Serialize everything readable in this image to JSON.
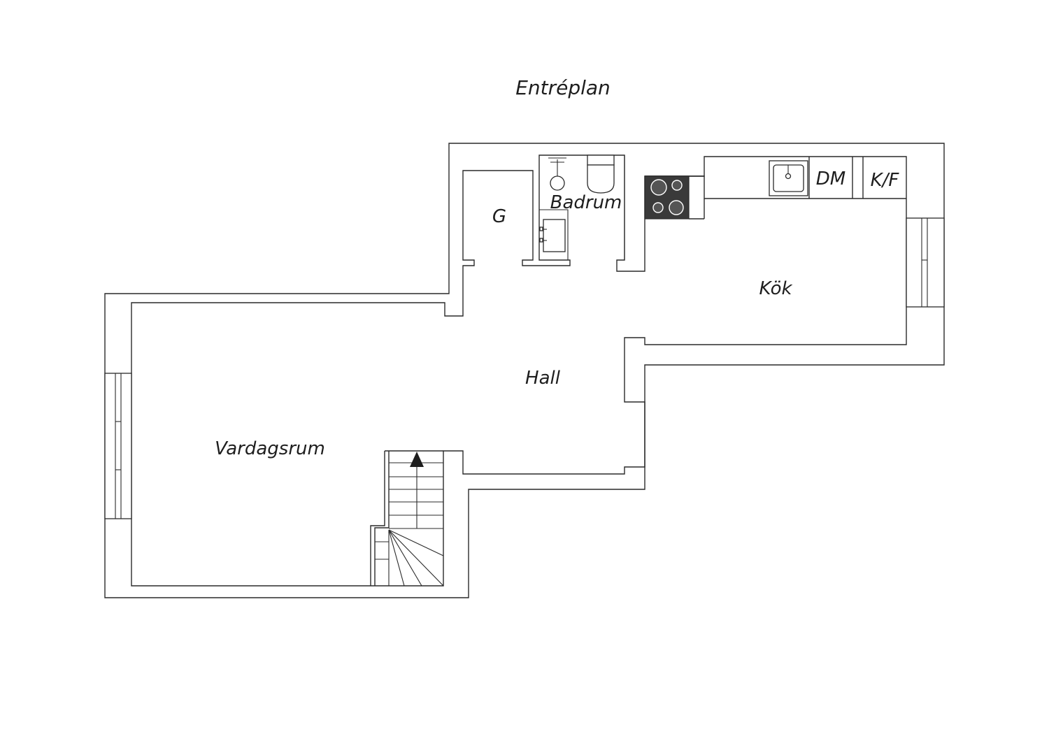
{
  "plan": {
    "title": "Entréplan"
  },
  "rooms": {
    "garderob": "G",
    "badrum": "Badrum",
    "kok": "Kök",
    "hall": "Hall",
    "vardagsrum": "Vardagsrum"
  },
  "appliances": {
    "diskmaskin": "DM",
    "kyl_frys": "K/F"
  },
  "colors": {
    "wall": "#2a2a2a",
    "stove": "#3a3a3a",
    "text": "#1e1e1e"
  }
}
